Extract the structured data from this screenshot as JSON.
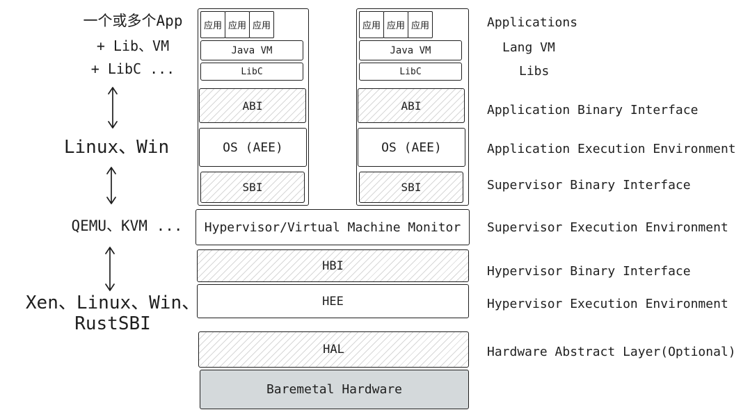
{
  "left": {
    "apps": "一个或多个App",
    "libvm": "+ Lib、VM",
    "libc": "+ LibC ...",
    "linux_win": "Linux、Win",
    "qemu_kvm": "QEMU、KVM ...",
    "xen": "Xen、Linux、Win、RustSBI"
  },
  "stack": {
    "app": "应用",
    "java_vm": "Java VM",
    "libc": "LibC",
    "abi": "ABI",
    "os_aee": "OS (AEE)",
    "sbi": "SBI"
  },
  "platform": {
    "hypervisor": "Hypervisor/Virtual Machine Monitor",
    "hbi": "HBI",
    "hee": "HEE",
    "hal": "HAL",
    "hardware": "Baremetal Hardware"
  },
  "right_labels": [
    "Applications",
    "Lang VM",
    "Libs",
    "Application Binary Interface",
    "Application Execution Environment",
    "Supervisor Binary Interface",
    "Supervisor Execution Environment",
    "Hypervisor Binary Interface",
    "Hypervisor Execution Environment",
    "Hardware Abstract Layer(Optional)"
  ],
  "colors": {
    "stroke": "#1e1e1e",
    "hardware_fill": "#d4d9db"
  }
}
